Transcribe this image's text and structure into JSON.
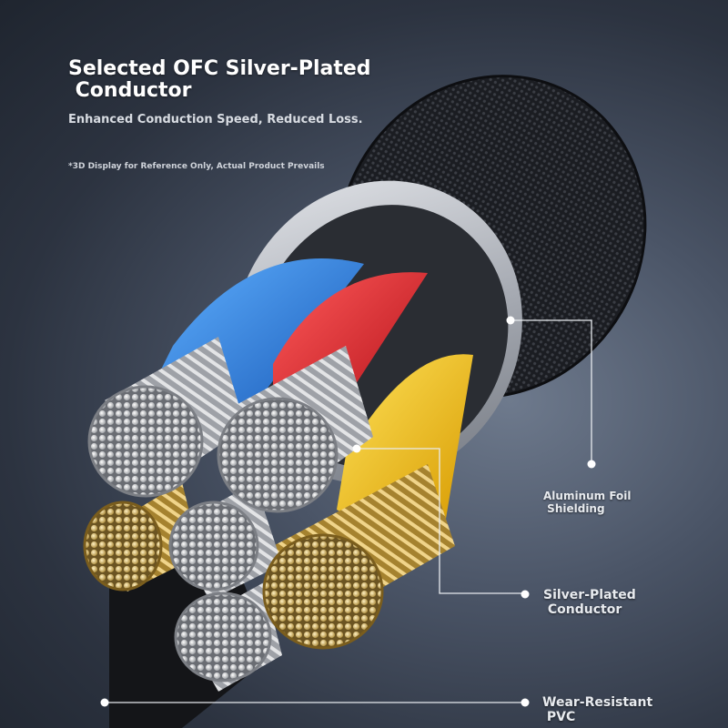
{
  "headline": "Selected OFC Silver-Plated\n Conductor",
  "subheadline": "Enhanced Conduction Speed, Reduced Loss.",
  "disclaimer": "*3D Display for Reference Only, Actual Product Prevails",
  "callouts": {
    "aluminum_foil": "Aluminum Foil\n Shielding",
    "silver_plated": "Silver-Plated\n Conductor",
    "pvc": "Wear-Resistant\n PVC"
  },
  "colors": {
    "jacket": "#1a1c20",
    "foil": "#c9ccd2",
    "wire_blue": "#2a7ee0",
    "wire_red": "#e0161f",
    "wire_yellow": "#f2c200",
    "strand_silver": "#d9d9d9",
    "strand_gold": "#d9b66b"
  }
}
